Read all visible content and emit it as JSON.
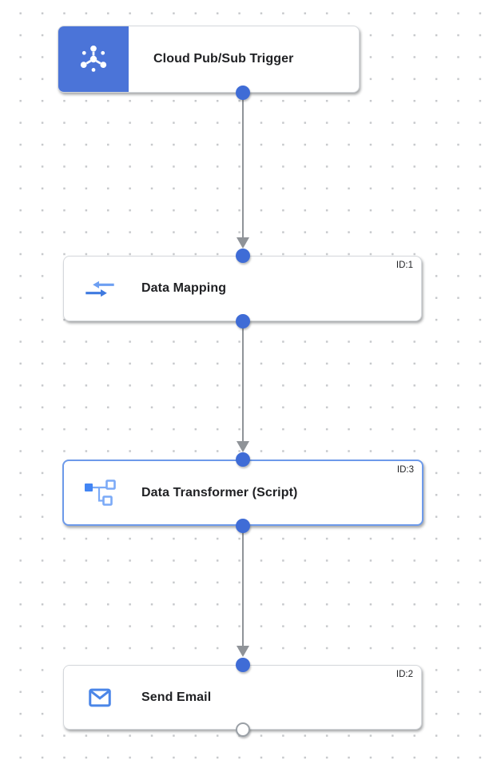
{
  "app": {
    "name": "integration-workflow-canvas"
  },
  "nodes": [
    {
      "title": "Cloud Pub/Sub Trigger",
      "kind": "trigger",
      "icon": "pubsub-trigger-icon"
    },
    {
      "title": "Data Mapping",
      "id_label": "ID:1",
      "icon": "data-mapping-icon"
    },
    {
      "title": "Data Transformer (Script)",
      "id_label": "ID:3",
      "icon": "data-transformer-icon",
      "selected": true
    },
    {
      "title": "Send Email",
      "id_label": "ID:2",
      "icon": "send-email-icon"
    }
  ],
  "edges": [
    {
      "from": "Cloud Pub/Sub Trigger",
      "to": "Data Mapping"
    },
    {
      "from": "Data Mapping",
      "to": "Data Transformer (Script)"
    },
    {
      "from": "Data Transformer (Script)",
      "to": "Send Email"
    }
  ],
  "colors": {
    "trigger_accent": "#4b74d8",
    "port_fill": "#3f6cd6",
    "selected_border": "#6d9aea",
    "edge_gray": "#8f9398",
    "icon_blue": "#4285f4",
    "icon_blue_light": "#7baaf7",
    "grid_dot": "#c7c9cc",
    "title_text": "#1f2023"
  }
}
